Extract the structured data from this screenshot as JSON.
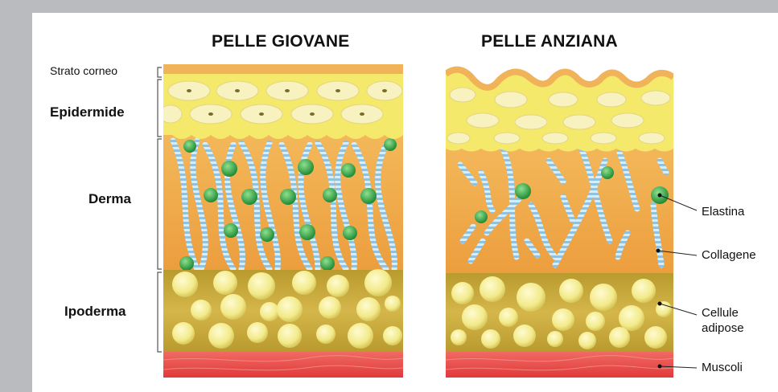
{
  "titles": {
    "young": "PELLE GIOVANE",
    "old": "PELLE ANZIANA"
  },
  "left_labels": {
    "strato": "Strato corneo",
    "epidermide": "Epidermide",
    "derma": "Derma",
    "ipoderma": "Ipoderma"
  },
  "right_labels": {
    "elastina": "Elastina",
    "collagene": "Collagene",
    "cellule_1": "Cellule",
    "cellule_2": "adipose",
    "muscoli": "Muscoli"
  },
  "colors": {
    "background": "#b9bbbe",
    "panel": "#ffffff",
    "stratum": "#f0b35a",
    "epidermis": "#f4e96a",
    "dermis": "#efa84a",
    "hypodermis": "#c9a93c",
    "fat_cell": "#f7f2a0",
    "muscle": "#e94c4a",
    "elastin": "#39a84a",
    "collagen": "#9fcbe6"
  }
}
